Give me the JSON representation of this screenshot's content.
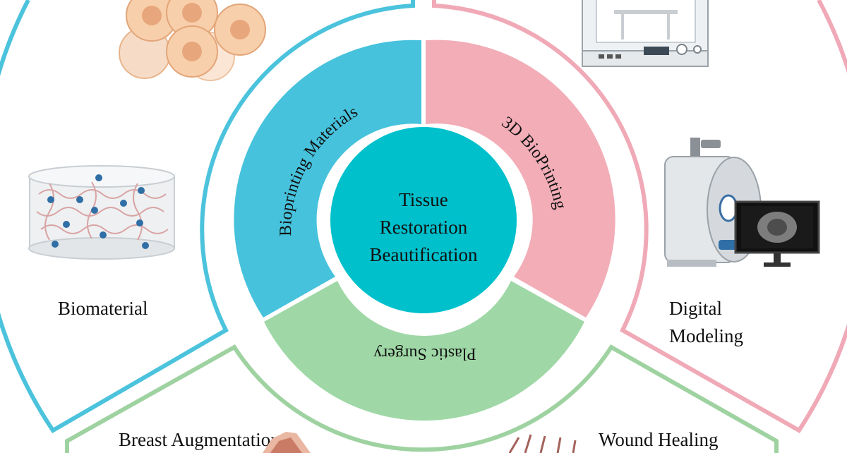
{
  "center": {
    "lines": [
      "Tissue",
      "Restoration",
      "Beautification"
    ]
  },
  "ring_segments": [
    {
      "label": "Bioprinting Materials",
      "color": "#46c2dc"
    },
    {
      "label": "3D BioPrinting",
      "color": "#f2adb7"
    },
    {
      "label": "Plastic Surgery",
      "color": "#9fd8a6"
    }
  ],
  "outer_labels": {
    "biomaterial": "Biomaterial",
    "digital_modeling": [
      "Digital",
      "Modeling"
    ],
    "breast_augmentation": "Breast Augmentation",
    "wound_healing": "Wound Healing"
  },
  "colors": {
    "center_fill": "#00c0cc",
    "outer_blue": "#4cc3dc",
    "outer_pink": "#f0a9b6",
    "outer_green": "#9fd2a1"
  },
  "icons": [
    "cells-icon",
    "hydrogel-scaffold-icon",
    "3d-printer-icon",
    "mri-scanner-icon",
    "breast-tissue-icon",
    "skin-wound-icon"
  ]
}
